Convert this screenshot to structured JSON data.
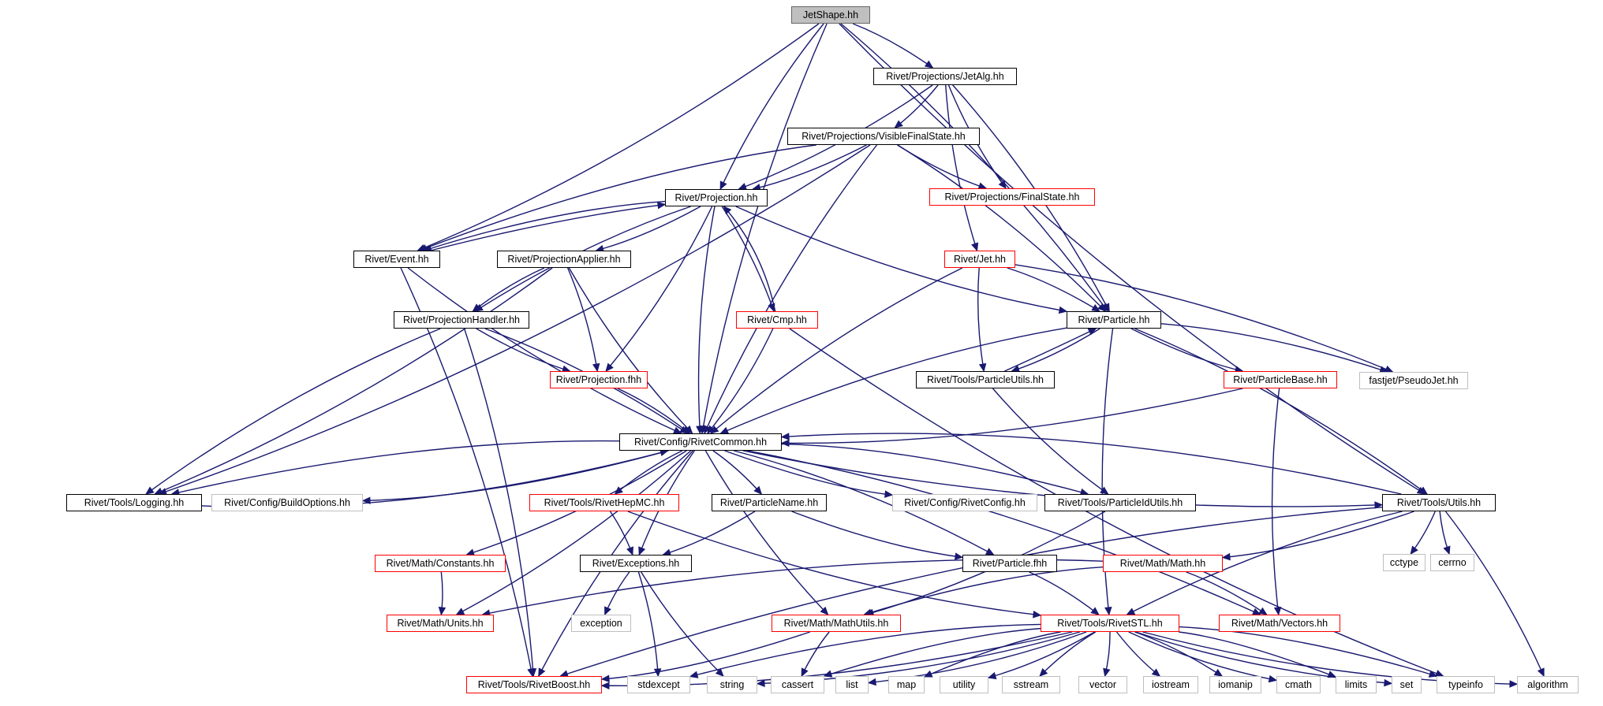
{
  "nodes": [
    {
      "id": "jetshape",
      "label": "JetShape.hh",
      "style": "f"
    },
    {
      "id": "jetalg",
      "label": "Rivet/Projections/JetAlg.hh",
      "style": "b"
    },
    {
      "id": "visiblefinalstate",
      "label": "Rivet/Projections/VisibleFinalState.hh",
      "style": "b"
    },
    {
      "id": "finalstate",
      "label": "Rivet/Projections/FinalState.hh",
      "style": "r"
    },
    {
      "id": "projection",
      "label": "Rivet/Projection.hh",
      "style": "b"
    },
    {
      "id": "event",
      "label": "Rivet/Event.hh",
      "style": "b"
    },
    {
      "id": "projectionapplier",
      "label": "Rivet/ProjectionApplier.hh",
      "style": "b"
    },
    {
      "id": "jet",
      "label": "Rivet/Jet.hh",
      "style": "r"
    },
    {
      "id": "projectionhandler",
      "label": "Rivet/ProjectionHandler.hh",
      "style": "b"
    },
    {
      "id": "cmp",
      "label": "Rivet/Cmp.hh",
      "style": "r"
    },
    {
      "id": "particle",
      "label": "Rivet/Particle.hh",
      "style": "b"
    },
    {
      "id": "projectionfhh",
      "label": "Rivet/Projection.fhh",
      "style": "r"
    },
    {
      "id": "particleutils",
      "label": "Rivet/Tools/ParticleUtils.hh",
      "style": "b"
    },
    {
      "id": "particlebase",
      "label": "Rivet/ParticleBase.hh",
      "style": "r"
    },
    {
      "id": "pseudojet",
      "label": "fastjet/PseudoJet.hh",
      "style": "g"
    },
    {
      "id": "rivetcommon",
      "label": "Rivet/Config/RivetCommon.hh",
      "style": "b"
    },
    {
      "id": "logging",
      "label": "Rivet/Tools/Logging.hh",
      "style": "b"
    },
    {
      "id": "buildoptions",
      "label": "Rivet/Config/BuildOptions.hh",
      "style": "g"
    },
    {
      "id": "rivethepmc",
      "label": "Rivet/Tools/RivetHepMC.hh",
      "style": "r"
    },
    {
      "id": "particlename",
      "label": "Rivet/ParticleName.hh",
      "style": "b"
    },
    {
      "id": "rivetconfig",
      "label": "Rivet/Config/RivetConfig.hh",
      "style": "g"
    },
    {
      "id": "particleidutils",
      "label": "Rivet/Tools/ParticleIdUtils.hh",
      "style": "b"
    },
    {
      "id": "utils",
      "label": "Rivet/Tools/Utils.hh",
      "style": "b"
    },
    {
      "id": "constants",
      "label": "Rivet/Math/Constants.hh",
      "style": "r"
    },
    {
      "id": "exceptions",
      "label": "Rivet/Exceptions.hh",
      "style": "b"
    },
    {
      "id": "particlefhh",
      "label": "Rivet/Particle.fhh",
      "style": "b"
    },
    {
      "id": "math",
      "label": "Rivet/Math/Math.hh",
      "style": "r"
    },
    {
      "id": "cctype",
      "label": "cctype",
      "style": "g"
    },
    {
      "id": "cerrno",
      "label": "cerrno",
      "style": "g"
    },
    {
      "id": "units",
      "label": "Rivet/Math/Units.hh",
      "style": "r"
    },
    {
      "id": "exception",
      "label": "exception",
      "style": "g"
    },
    {
      "id": "mathutils",
      "label": "Rivet/Math/MathUtils.hh",
      "style": "r"
    },
    {
      "id": "rivetstl",
      "label": "Rivet/Tools/RivetSTL.hh",
      "style": "r"
    },
    {
      "id": "vectors",
      "label": "Rivet/Math/Vectors.hh",
      "style": "r"
    },
    {
      "id": "rivetboost",
      "label": "Rivet/Tools/RivetBoost.hh",
      "style": "r"
    },
    {
      "id": "stdexcept",
      "label": "stdexcept",
      "style": "g"
    },
    {
      "id": "string",
      "label": "string",
      "style": "g"
    },
    {
      "id": "cassert",
      "label": "cassert",
      "style": "g"
    },
    {
      "id": "list",
      "label": "list",
      "style": "g"
    },
    {
      "id": "map",
      "label": "map",
      "style": "g"
    },
    {
      "id": "utility",
      "label": "utility",
      "style": "g"
    },
    {
      "id": "sstream",
      "label": "sstream",
      "style": "g"
    },
    {
      "id": "vector",
      "label": "vector",
      "style": "g"
    },
    {
      "id": "iostream",
      "label": "iostream",
      "style": "g"
    },
    {
      "id": "iomanip",
      "label": "iomanip",
      "style": "g"
    },
    {
      "id": "cmath",
      "label": "cmath",
      "style": "g"
    },
    {
      "id": "limits",
      "label": "limits",
      "style": "g"
    },
    {
      "id": "set",
      "label": "set",
      "style": "g"
    },
    {
      "id": "typeinfo",
      "label": "typeinfo",
      "style": "g"
    },
    {
      "id": "algorithm",
      "label": "algorithm",
      "style": "g"
    }
  ],
  "edges": [
    [
      "jetshape",
      "jetalg"
    ],
    [
      "jetshape",
      "projection"
    ],
    [
      "jetshape",
      "event"
    ],
    [
      "jetshape",
      "rivetcommon"
    ],
    [
      "jetshape",
      "particle"
    ],
    [
      "jetshape",
      "utils"
    ],
    [
      "jetalg",
      "visiblefinalstate"
    ],
    [
      "jetalg",
      "finalstate"
    ],
    [
      "jetalg",
      "projection"
    ],
    [
      "jetalg",
      "jet"
    ],
    [
      "jetalg",
      "particle"
    ],
    [
      "visiblefinalstate",
      "finalstate"
    ],
    [
      "visiblefinalstate",
      "projection"
    ],
    [
      "visiblefinalstate",
      "event"
    ],
    [
      "visiblefinalstate",
      "logging"
    ],
    [
      "visiblefinalstate",
      "rivetcommon"
    ],
    [
      "visiblefinalstate",
      "particle"
    ],
    [
      "projection",
      "event"
    ],
    [
      "projection",
      "projectionapplier"
    ],
    [
      "projection",
      "projectionhandler"
    ],
    [
      "projection",
      "cmp"
    ],
    [
      "projection",
      "particle"
    ],
    [
      "projection",
      "projectionfhh"
    ],
    [
      "projection",
      "rivetcommon"
    ],
    [
      "event",
      "projection"
    ],
    [
      "event",
      "rivetcommon"
    ],
    [
      "event",
      "rivetboost"
    ],
    [
      "projectionapplier",
      "projectionhandler"
    ],
    [
      "projectionapplier",
      "projectionfhh"
    ],
    [
      "projectionapplier",
      "rivetcommon"
    ],
    [
      "projectionapplier",
      "logging"
    ],
    [
      "projectionhandler",
      "projectionfhh"
    ],
    [
      "projectionhandler",
      "rivetcommon"
    ],
    [
      "projectionhandler",
      "logging"
    ],
    [
      "projectionhandler",
      "rivetboost"
    ],
    [
      "cmp",
      "projection"
    ],
    [
      "cmp",
      "rivetcommon"
    ],
    [
      "cmp",
      "typeinfo"
    ],
    [
      "jet",
      "particle"
    ],
    [
      "jet",
      "particleutils"
    ],
    [
      "jet",
      "pseudojet"
    ],
    [
      "jet",
      "rivetcommon"
    ],
    [
      "particle",
      "particleutils"
    ],
    [
      "particle",
      "particlebase"
    ],
    [
      "particle",
      "pseudojet"
    ],
    [
      "particle",
      "rivetcommon"
    ],
    [
      "particle",
      "utils"
    ],
    [
      "particle",
      "rivetstl"
    ],
    [
      "particleutils",
      "particle"
    ],
    [
      "particleutils",
      "particleidutils"
    ],
    [
      "particlebase",
      "rivetcommon"
    ],
    [
      "particlebase",
      "vectors"
    ],
    [
      "projectionfhh",
      "rivetcommon"
    ],
    [
      "rivetcommon",
      "logging"
    ],
    [
      "rivetcommon",
      "buildoptions"
    ],
    [
      "rivetcommon",
      "rivethepmc"
    ],
    [
      "rivetcommon",
      "particlename"
    ],
    [
      "rivetcommon",
      "rivetconfig"
    ],
    [
      "rivetcommon",
      "particleidutils"
    ],
    [
      "rivetcommon",
      "utils"
    ],
    [
      "rivetcommon",
      "constants"
    ],
    [
      "rivetcommon",
      "exceptions"
    ],
    [
      "rivetcommon",
      "units"
    ],
    [
      "rivetcommon",
      "mathutils"
    ],
    [
      "rivetcommon",
      "vectors"
    ],
    [
      "rivetcommon",
      "rivetboost"
    ],
    [
      "rivetcommon",
      "particlefhh"
    ],
    [
      "logging",
      "rivetcommon"
    ],
    [
      "rivethepmc",
      "exceptions"
    ],
    [
      "rivethepmc",
      "rivetstl"
    ],
    [
      "particlename",
      "exceptions"
    ],
    [
      "particlename",
      "particlefhh"
    ],
    [
      "particleidutils",
      "mathutils"
    ],
    [
      "utils",
      "rivetcommon"
    ],
    [
      "utils",
      "math"
    ],
    [
      "utils",
      "rivetstl"
    ],
    [
      "utils",
      "cctype"
    ],
    [
      "utils",
      "cerrno"
    ],
    [
      "utils",
      "algorithm"
    ],
    [
      "utils",
      "rivetboost"
    ],
    [
      "constants",
      "units"
    ],
    [
      "exceptions",
      "exception"
    ],
    [
      "exceptions",
      "stdexcept"
    ],
    [
      "exceptions",
      "string"
    ],
    [
      "particlefhh",
      "rivetstl"
    ],
    [
      "math",
      "mathutils"
    ],
    [
      "math",
      "vectors"
    ],
    [
      "math",
      "units"
    ],
    [
      "mathutils",
      "rivetboost"
    ],
    [
      "mathutils",
      "cassert"
    ],
    [
      "rivetstl",
      "rivetboost"
    ],
    [
      "rivetstl",
      "stdexcept"
    ],
    [
      "rivetstl",
      "string"
    ],
    [
      "rivetstl",
      "cassert"
    ],
    [
      "rivetstl",
      "list"
    ],
    [
      "rivetstl",
      "map"
    ],
    [
      "rivetstl",
      "utility"
    ],
    [
      "rivetstl",
      "sstream"
    ],
    [
      "rivetstl",
      "vector"
    ],
    [
      "rivetstl",
      "iostream"
    ],
    [
      "rivetstl",
      "iomanip"
    ],
    [
      "rivetstl",
      "cmath"
    ],
    [
      "rivetstl",
      "limits"
    ],
    [
      "rivetstl",
      "set"
    ],
    [
      "rivetstl",
      "typeinfo"
    ],
    [
      "rivetstl",
      "algorithm"
    ]
  ]
}
